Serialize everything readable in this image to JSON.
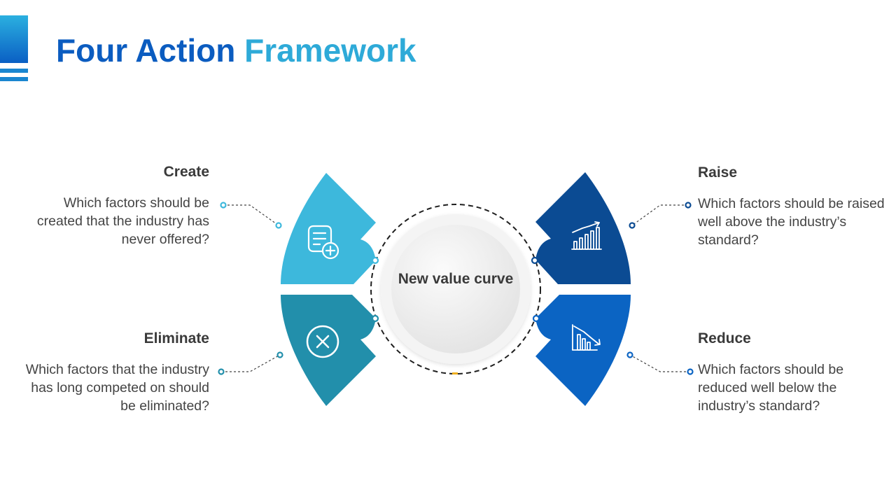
{
  "title": {
    "part1": "Four Action",
    "part2": "Framework"
  },
  "center": {
    "label": "New value curve"
  },
  "actions": {
    "create": {
      "heading": "Create",
      "description": "Which factors should be created that the industry has never offered?",
      "icon": "document-add-icon",
      "color": "#3db8dc"
    },
    "eliminate": {
      "heading": "Eliminate",
      "description": "Which factors that the industry has long competed on should be eliminated?",
      "icon": "close-circle-icon",
      "color": "#228fab"
    },
    "raise": {
      "heading": "Raise",
      "description": "Which factors should be raised well above the industry’s standard?",
      "icon": "chart-up-icon",
      "color": "#0b4b93"
    },
    "reduce": {
      "heading": "Reduce",
      "description": "Which factors should be reduced well below the industry’s standard?",
      "icon": "chart-down-icon",
      "color": "#0b64c3"
    }
  },
  "colors": {
    "title_primary": "#0b5cc0",
    "title_secondary": "#2eaad8",
    "text": "#444444"
  }
}
